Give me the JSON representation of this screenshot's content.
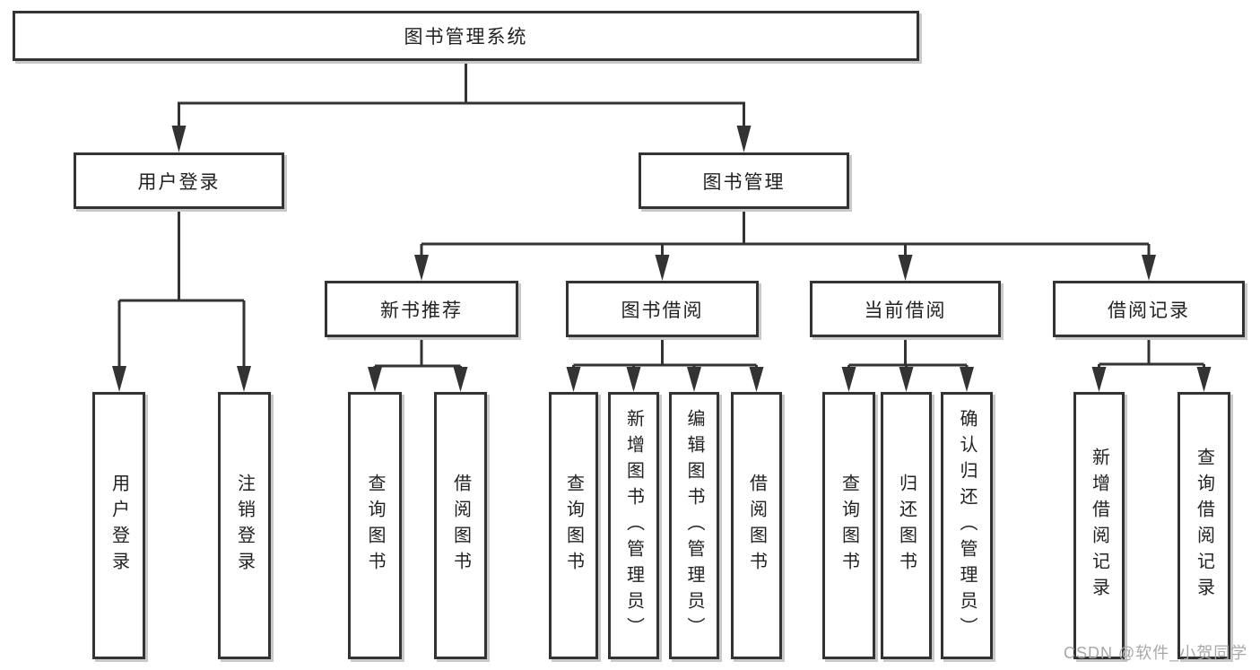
{
  "diagram": {
    "root": "图书管理系统",
    "branches": [
      {
        "label": "用户登录",
        "children": [
          "用户登录",
          "注销登录"
        ]
      },
      {
        "label": "图书管理",
        "children": [
          {
            "label": "新书推荐",
            "children": [
              "查询图书",
              "借阅图书"
            ]
          },
          {
            "label": "图书借阅",
            "children": [
              "查询图书",
              "新增图书（管理员）",
              "编辑图书（管理员）",
              "借阅图书"
            ]
          },
          {
            "label": "当前借阅",
            "children": [
              "查询图书",
              "归还图书",
              "确认归还（管理员）"
            ]
          },
          {
            "label": "借阅记录",
            "children": [
              "新增借阅记录",
              "查询借阅记录"
            ]
          }
        ]
      }
    ]
  },
  "watermark": {
    "text": "CSDN @软件_小贺同学"
  },
  "colors": {
    "line": "#333333",
    "box_border": "#333333",
    "text": "#222222",
    "watermark_text": "#a8a8a8",
    "background": "#ffffff"
  }
}
